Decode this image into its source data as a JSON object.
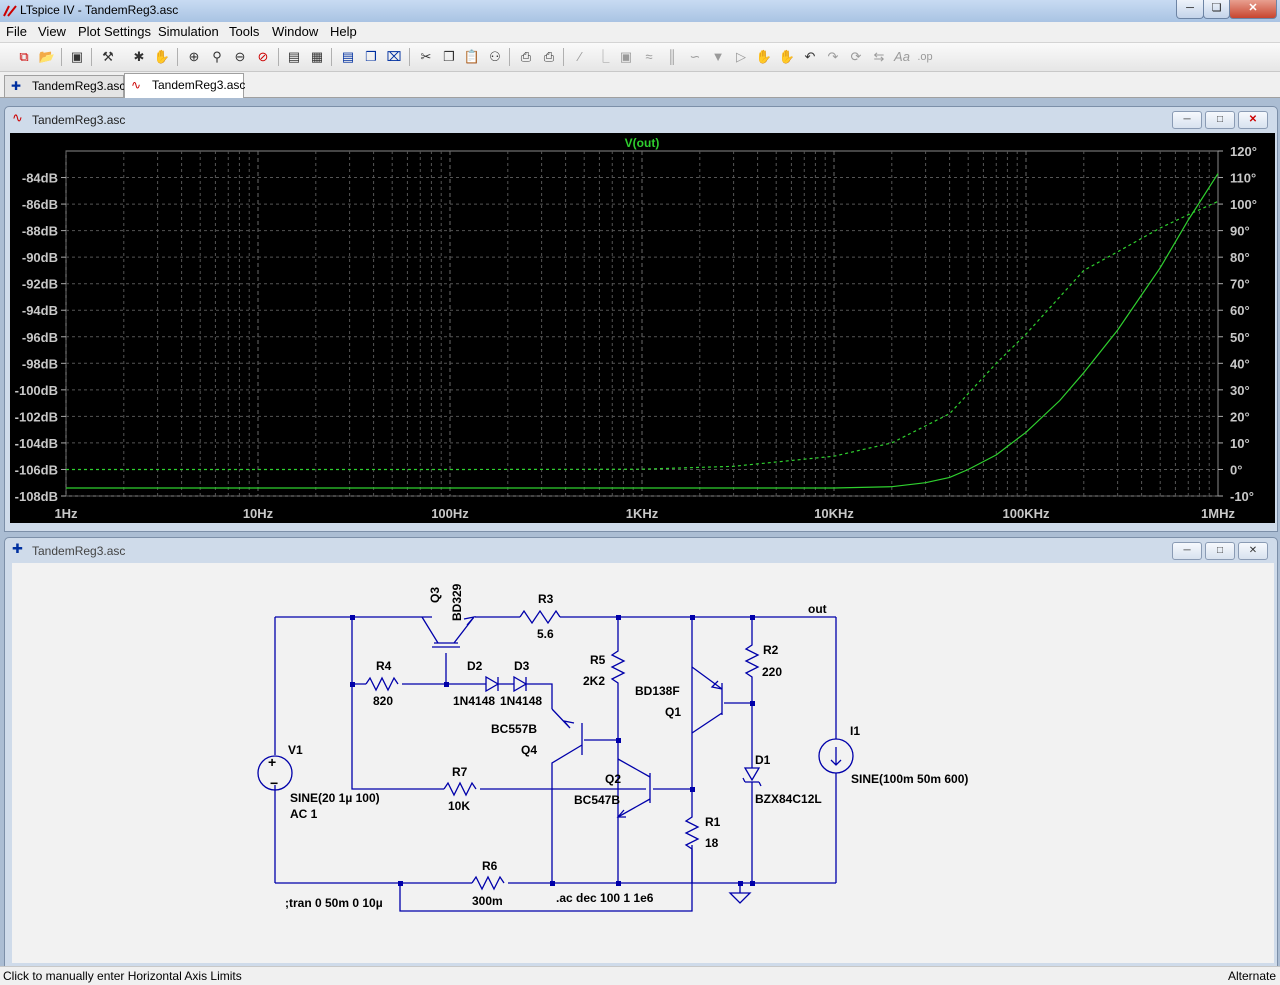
{
  "window": {
    "title": "LTspice IV - TandemReg3.asc"
  },
  "menu": [
    "File",
    "View",
    "Plot Settings",
    "Simulation",
    "Tools",
    "Window",
    "Help"
  ],
  "toolbar_icons": [
    "new-schematic-icon",
    "open-icon",
    "save-icon",
    "control-panel-icon",
    "run-icon",
    "halt-icon",
    "zoom-in-icon",
    "zoom-area-icon",
    "zoom-out-icon",
    "zoom-cancel-icon",
    "autorange-icon",
    "autorange-y-icon",
    "tile-horizontal-icon",
    "cascade-icon",
    "close-all-icon",
    "cut-icon",
    "copy-icon",
    "paste-icon",
    "find-icon",
    "print-setup-icon",
    "print-icon",
    "wire-icon",
    "ground-icon",
    "label-icon",
    "resistor-icon",
    "capacitor-icon",
    "inductor-icon",
    "diode-icon",
    "component-icon",
    "move-icon",
    "drag-icon",
    "undo-icon",
    "redo-icon",
    "rotate-icon",
    "mirror-icon",
    "text-icon",
    "spice-directive-icon"
  ],
  "tabs": [
    {
      "label": "TandemReg3.asc",
      "active": false
    },
    {
      "label": "TandemReg3.asc",
      "active": true
    }
  ],
  "plot_window": {
    "title": "TandemReg3.asc"
  },
  "schematic_window": {
    "title": "TandemReg3.asc"
  },
  "chart_data": {
    "type": "line",
    "title": "V(out)",
    "x_axis": {
      "scale": "log",
      "range": [
        1,
        1000000
      ],
      "tick_labels": [
        "1Hz",
        "10Hz",
        "100Hz",
        "1KHz",
        "10KHz",
        "100KHz",
        "1MHz"
      ]
    },
    "y_axis_left": {
      "unit": "dB",
      "range": [
        -108,
        -82
      ],
      "tick_labels": [
        "-84dB",
        "-86dB",
        "-88dB",
        "-90dB",
        "-92dB",
        "-94dB",
        "-96dB",
        "-98dB",
        "-100dB",
        "-102dB",
        "-104dB",
        "-106dB",
        "-108dB"
      ]
    },
    "y_axis_right": {
      "unit": "deg",
      "range": [
        -10,
        120
      ],
      "tick_labels": [
        "120°",
        "110°",
        "100°",
        "90°",
        "80°",
        "70°",
        "60°",
        "50°",
        "40°",
        "30°",
        "20°",
        "10°",
        "0°",
        "-10°"
      ]
    },
    "grid": true,
    "series": [
      {
        "name": "V(out)",
        "style": "solid",
        "color": "#2fd02f",
        "axis": "left",
        "points": [
          [
            1,
            -107.4
          ],
          [
            100,
            -107.4
          ],
          [
            1000,
            -107.4
          ],
          [
            10000,
            -107.4
          ],
          [
            20000,
            -107.3
          ],
          [
            30000,
            -107.0
          ],
          [
            40000,
            -106.6
          ],
          [
            50000,
            -106.0
          ],
          [
            70000,
            -104.9
          ],
          [
            100000,
            -103.2
          ],
          [
            150000,
            -100.8
          ],
          [
            200000,
            -98.7
          ],
          [
            300000,
            -95.5
          ],
          [
            500000,
            -90.8
          ],
          [
            700000,
            -87.2
          ],
          [
            1000000,
            -83.7
          ]
        ]
      },
      {
        "name": "V(out) phase",
        "style": "dashed",
        "color": "#2fd02f",
        "axis": "right",
        "points": [
          [
            1,
            0
          ],
          [
            100,
            0
          ],
          [
            1000,
            0.1
          ],
          [
            3000,
            1.2
          ],
          [
            10000,
            5
          ],
          [
            20000,
            10
          ],
          [
            40000,
            21
          ],
          [
            70000,
            40
          ],
          [
            100000,
            51
          ],
          [
            200000,
            75
          ],
          [
            300000,
            82
          ],
          [
            500000,
            91
          ],
          [
            700000,
            96
          ],
          [
            1000000,
            101
          ]
        ]
      }
    ]
  },
  "schematic": {
    "labels": {
      "q3": "Q3",
      "q3v": "BD329",
      "r3": "R3",
      "r3v": "5.6",
      "out": "out",
      "r4": "R4",
      "r4v": "820",
      "d2": "D2",
      "d2v": "1N4148",
      "d3": "D3",
      "d3v": "1N4148",
      "r5": "R5",
      "r5v": "2K2",
      "q1v": "BD138F",
      "q1": "Q1",
      "r2": "R2",
      "r2v": "220",
      "q4v": "BC557B",
      "q4": "Q4",
      "v1": "V1",
      "i1": "I1",
      "i1v": "SINE(100m 50m 600)",
      "d1": "D1",
      "d1v": "BZX84C12L",
      "r7": "R7",
      "r7v": "10K",
      "q2": "Q2",
      "q2v": "BC547B",
      "v1v": "SINE(20 1µ 100)",
      "v1ac": "AC 1",
      "r1": "R1",
      "r1v": "18",
      "r6": "R6",
      "r6v": "300m",
      "tran": ";tran 0 50m 0 10µ",
      "ac": ".ac dec 100 1 1e6"
    }
  },
  "status": {
    "left": "Click to manually enter Horizontal Axis Limits",
    "right": "Alternate"
  }
}
